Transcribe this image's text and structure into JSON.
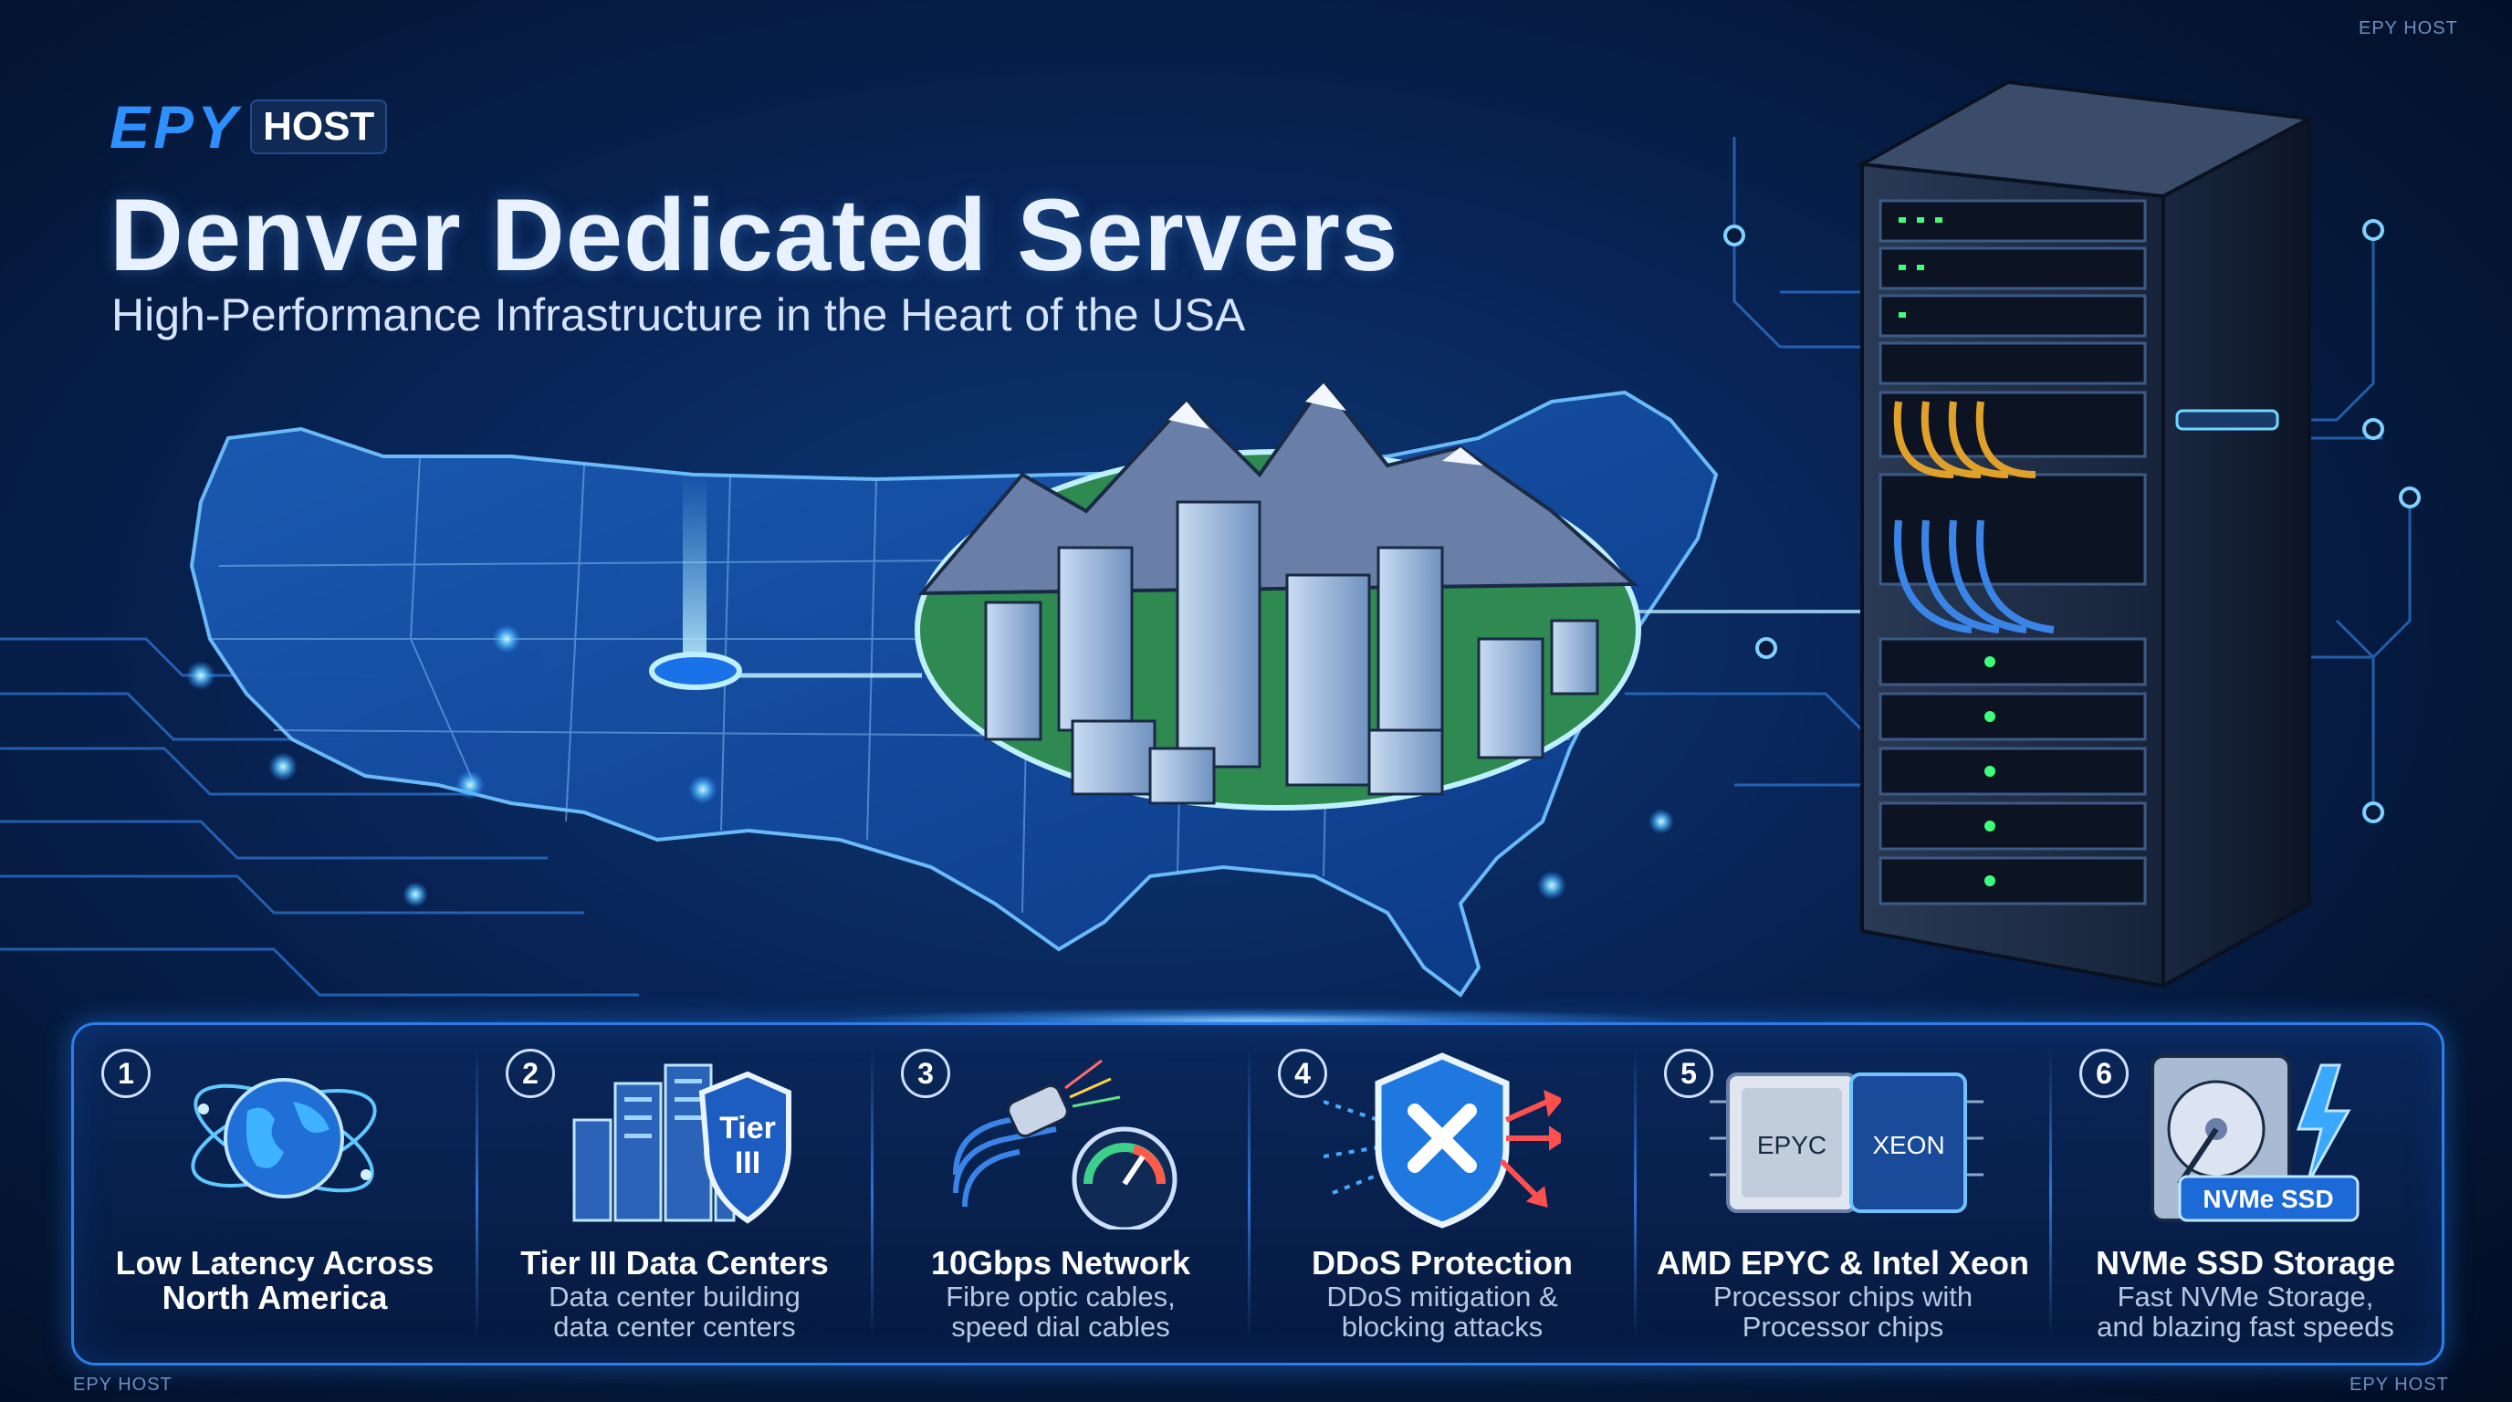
{
  "watermark": "EPY HOST",
  "logo": {
    "brand": "EPY",
    "badge": "HOST"
  },
  "title": "Denver Dedicated Servers",
  "subtitle": "High-Performance Infrastructure in the Heart of the USA",
  "colors": {
    "accent": "#2e8fff",
    "panel_border": "#2c7ee8",
    "glow": "#6cc4ff",
    "background": "#041635"
  },
  "features": [
    {
      "number": "1",
      "icon": "globe-icon",
      "title": [
        "Low Latency Across",
        "North America"
      ],
      "desc": []
    },
    {
      "number": "2",
      "icon": "data-center-shield-icon",
      "badge": [
        "Tier",
        "III"
      ],
      "title": [
        "Tier III Data Centers"
      ],
      "desc": [
        "Data center building",
        "data center centers"
      ]
    },
    {
      "number": "3",
      "icon": "fiber-speed-icon",
      "title": [
        "10Gbps Network"
      ],
      "desc": [
        "Fibre optic cables,",
        "speed dial cables"
      ]
    },
    {
      "number": "4",
      "icon": "ddos-shield-icon",
      "title": [
        "DDoS Protection"
      ],
      "desc": [
        "DDoS mitigation &",
        "blocking attacks"
      ]
    },
    {
      "number": "5",
      "icon": "processor-chips-icon",
      "chips": [
        "EPYC",
        "XEON"
      ],
      "title": [
        "AMD EPYC & Intel Xeon"
      ],
      "desc": [
        "Processor chips with",
        "Processor chips"
      ]
    },
    {
      "number": "6",
      "icon": "nvme-drive-icon",
      "badge": [
        "NVMe SSD"
      ],
      "title": [
        "NVMe SSD Storage"
      ],
      "desc": [
        "Fast NVMe Storage,",
        "and blazing fast speeds"
      ]
    }
  ]
}
